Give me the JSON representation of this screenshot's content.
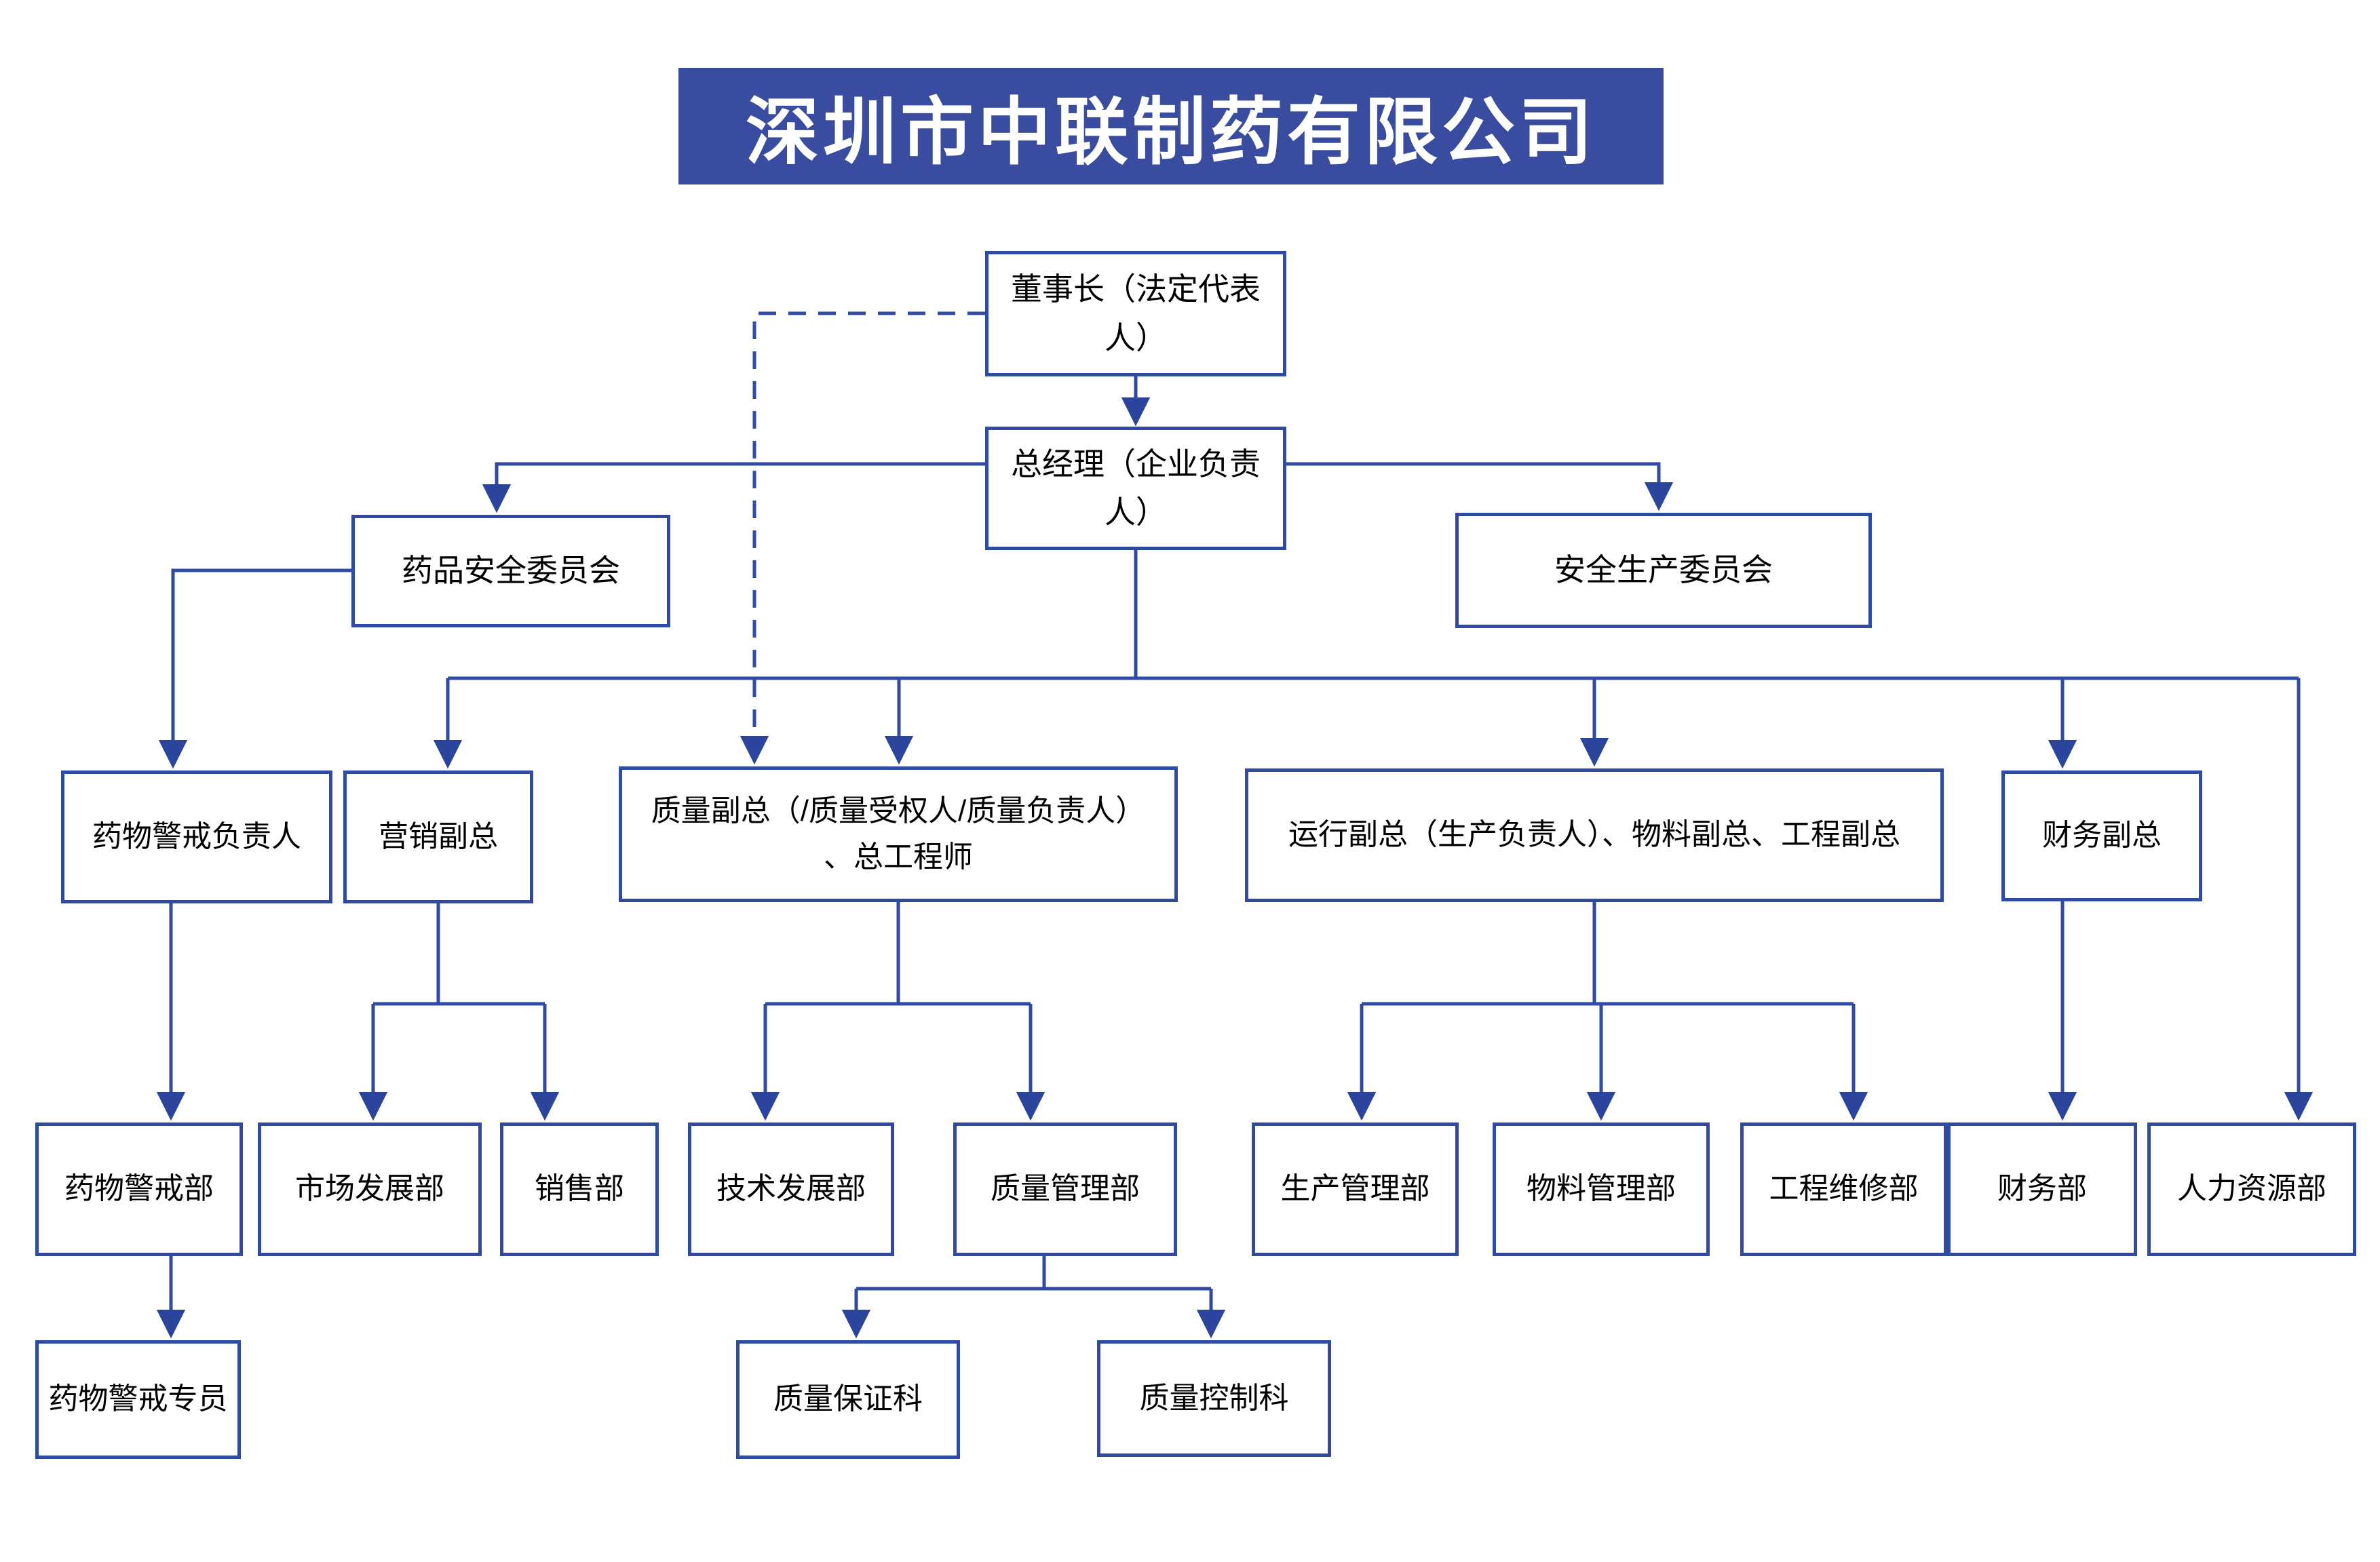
{
  "title": "深圳市中联制药有限公司",
  "colors": {
    "line": "#2f4aa3",
    "arrow": "#2b449c",
    "banner": "#3a4ca0",
    "banner_text": "#ffffff",
    "node_border": "#2f4aa3",
    "node_text": "#000000"
  },
  "nodes": {
    "chairman": {
      "label": "董事长（法定代表人）"
    },
    "gm": {
      "label": "总经理（企业负责人）"
    },
    "drug_safety_committee": {
      "label": "药品安全委员会"
    },
    "prod_safety_committee": {
      "label": "安全生产委员会"
    },
    "pv_head": {
      "label": "药物警戒负责人"
    },
    "marketing_vp": {
      "label": "营销副总"
    },
    "quality_vp": {
      "label": "质量副总（/质量受权人/质量负责人）",
      "label2": "、总工程师"
    },
    "operations_vp": {
      "label": "运行副总（生产负责人）、物料副总、工程副总"
    },
    "finance_vp": {
      "label": "财务副总"
    },
    "pv_dept": {
      "label": "药物警戒部"
    },
    "market_dev_dept": {
      "label": "市场发展部"
    },
    "sales_dept": {
      "label": "销售部"
    },
    "tech_dev_dept": {
      "label": "技术发展部"
    },
    "quality_mgmt_dept": {
      "label": "质量管理部"
    },
    "production_mgmt_dept": {
      "label": "生产管理部"
    },
    "material_mgmt_dept": {
      "label": "物料管理部"
    },
    "eng_maint_dept": {
      "label": "工程维修部"
    },
    "finance_dept": {
      "label": "财务部"
    },
    "hr_dept": {
      "label": "人力资源部"
    },
    "pv_specialist": {
      "label": "药物警戒专员"
    },
    "qa_section": {
      "label": "质量保证科"
    },
    "qc_section": {
      "label": "质量控制科"
    }
  }
}
